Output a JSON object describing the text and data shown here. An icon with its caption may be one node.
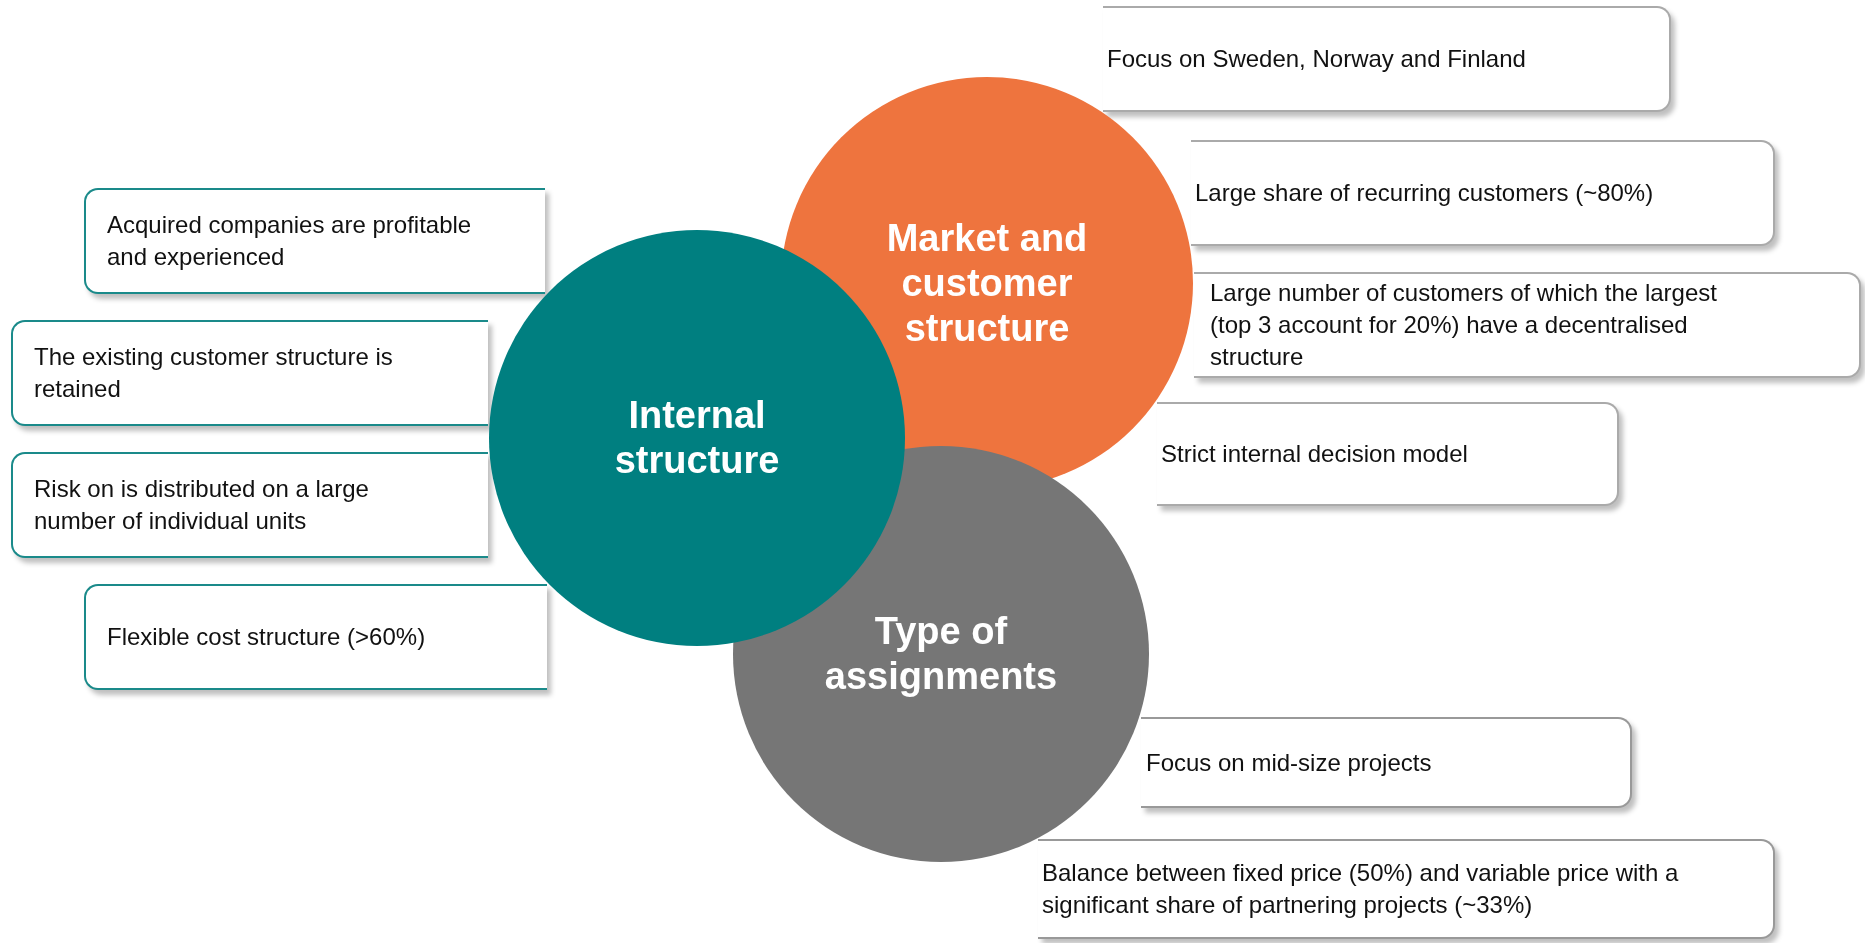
{
  "diagram": {
    "nodes": [
      {
        "text": [
          "Internal structure"
        ]
      },
      {
        "text": [
          "Market and customer structure"
        ]
      },
      {
        "text": [
          "Type of assignments"
        ]
      },
      {
        "text": [
          "Acquired companies are profitable and experienced"
        ]
      },
      {
        "text": [
          "The existing customer structure is retained"
        ]
      },
      {
        "text": [
          "Risk on is distributed on a large number of individual units"
        ]
      },
      {
        "text": [
          "Flexible cost structure (>60%)"
        ]
      },
      {
        "text": [
          "Focus on Sweden, Norway and Finland"
        ]
      },
      {
        "text": [
          "Large share of recurring customers (~80%)"
        ]
      },
      {
        "text": [
          "Large number of customers of which the largest (top 3 account for 20%) have a decentralised structure"
        ]
      },
      {
        "text": [
          "Strict internal decision model"
        ]
      },
      {
        "text": [
          "Focus on mid-size projects"
        ]
      },
      {
        "text": [
          "Balance between fixed price (50%) and variable price with a significant share of partnering projects (~33%)"
        ]
      }
    ]
  }
}
